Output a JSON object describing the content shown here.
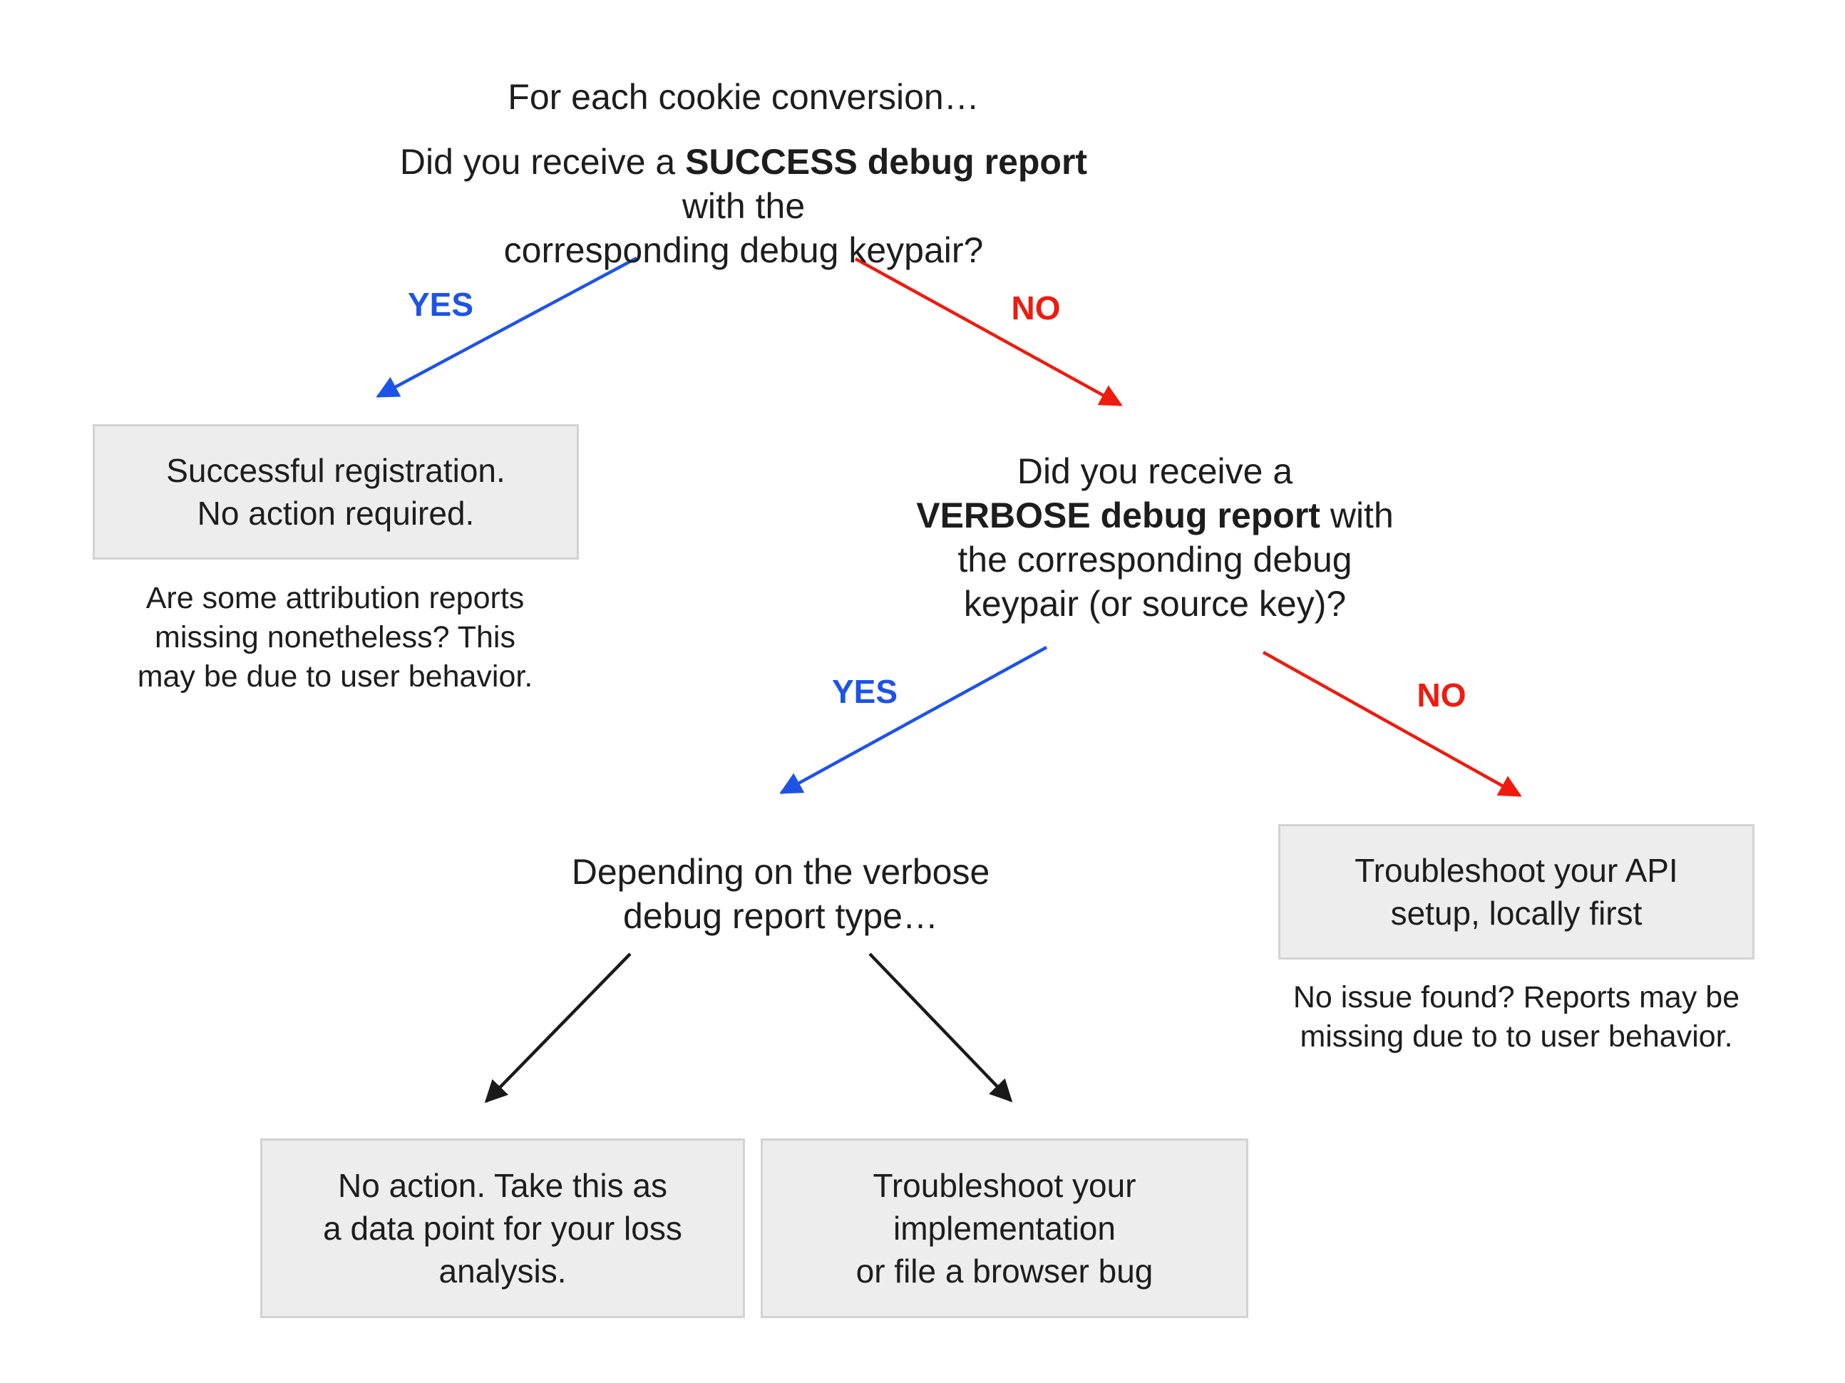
{
  "diagram": {
    "title": "For each cookie conversion…",
    "labels": {
      "yes": "YES",
      "no": "NO"
    },
    "q1": {
      "pre": "Did you receive a ",
      "bold": "SUCCESS debug report",
      "post1": " with the",
      "line2": "corresponding debug keypair?"
    },
    "success_box": {
      "lines": [
        "Successful registration.",
        "No action required."
      ]
    },
    "success_note": {
      "lines": [
        "Are some attribution reports",
        "missing nonetheless? This",
        "may be due to user behavior."
      ]
    },
    "q2": {
      "line1": "Did you receive a",
      "bold": "VERBOSE debug report",
      "line2_rest": " with",
      "line3": "the corresponding debug",
      "line4": "keypair (or source key)?"
    },
    "depending": {
      "lines": [
        "Depending on the verbose",
        "debug report type…"
      ]
    },
    "api_box": {
      "lines": [
        "Troubleshoot your API",
        "setup, locally first"
      ]
    },
    "api_note": {
      "lines": [
        "No issue found? Reports may be",
        "missing due to to user behavior."
      ]
    },
    "loss_box": {
      "lines": [
        "No action. Take this as",
        "a data point for your loss",
        "analysis."
      ]
    },
    "impl_box": {
      "lines": [
        "Troubleshoot your",
        "implementation",
        "or file a browser bug"
      ]
    }
  },
  "colors": {
    "yes_arrow": "#1d53e8",
    "no_arrow": "#ee1b0e",
    "branch_arrow": "#1a1a1a",
    "box_bg": "#ededed",
    "box_border": "#d3d3d3",
    "text": "#1d1d1d"
  }
}
